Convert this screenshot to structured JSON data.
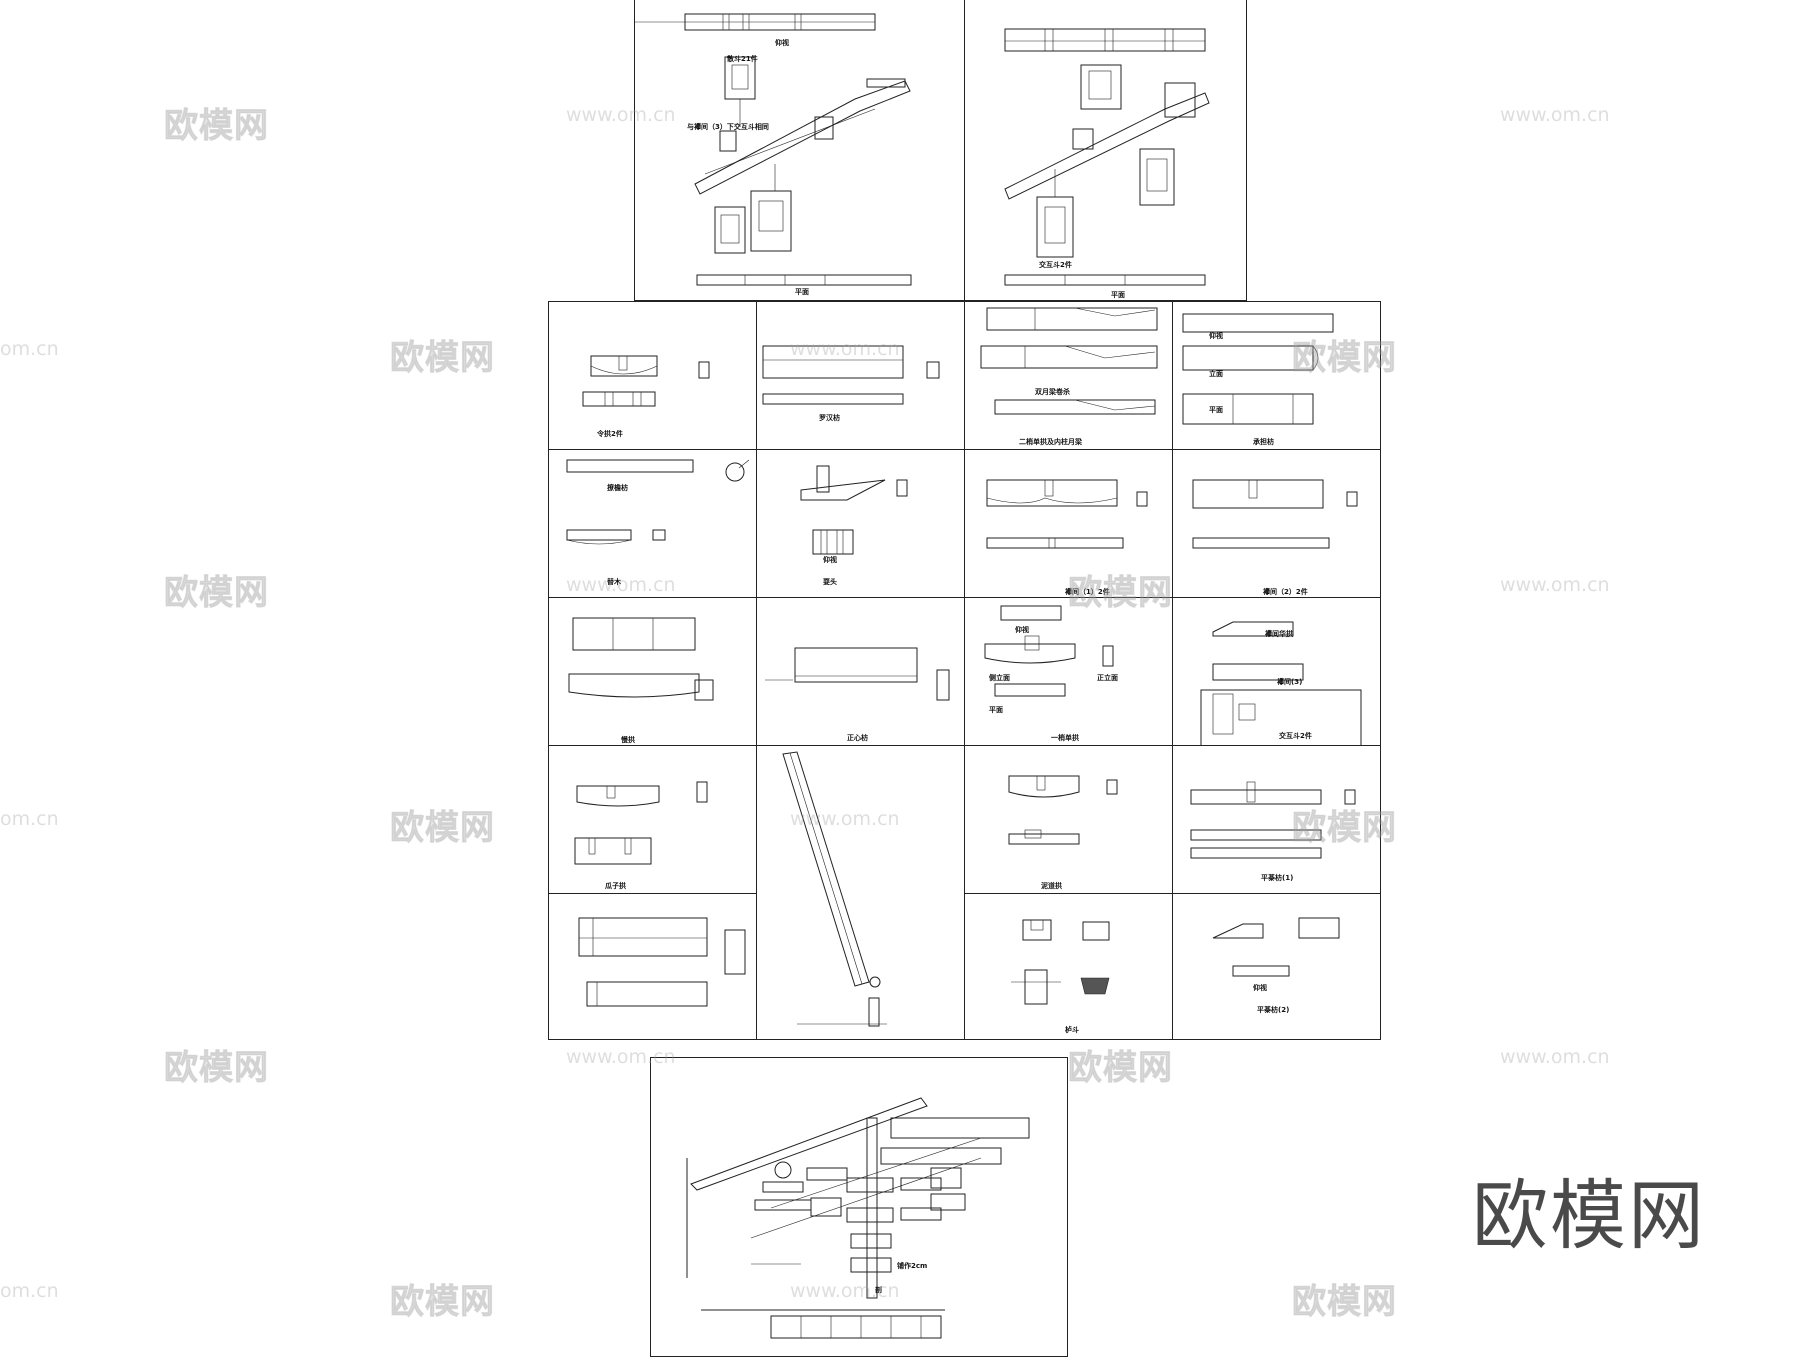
{
  "watermark": {
    "brand": "欧模网",
    "url": "www.om.cn",
    "url_fragment": "om.cn"
  },
  "brand_logo": "欧模网",
  "top_sheets": {
    "left": {
      "label_top": "仰视",
      "label_note1": "散斗21件",
      "label_note2": "与襻间（3）下交互斗相同",
      "label_bottom": "平面"
    },
    "right": {
      "label_top": "",
      "label_note1": "交互斗2件",
      "label_bottom": "平面"
    }
  },
  "grid": {
    "r1": [
      "令拱2件",
      "罗汉枋",
      "二梢单拱及内柱月梁",
      "承担枋"
    ],
    "r1_extra": {
      "c3_sub": "双月梁卷杀",
      "c4_a": "仰视",
      "c4_b": "立面",
      "c4_c": "平面"
    },
    "r2": [
      "撩檐枋",
      "替木",
      "耍头",
      "襻间（1）2件",
      "襻间（2）2件"
    ],
    "r2_extra": {
      "c2_sub": "仰视"
    },
    "r3": [
      "慢拱",
      "正心枋",
      "一梢单拱",
      "交互斗2件"
    ],
    "r3_extra": {
      "c3_a": "仰视",
      "c3_b": "侧立面",
      "c3_c": "正立面",
      "c3_d": "平面",
      "c4_a": "襻间华拱",
      "c4_b": "襻间(3)"
    },
    "r4": [
      "瓜子拱",
      "泥道拱",
      "平棊枋(1)"
    ],
    "r5": [
      "栌斗",
      "平棊枋(2)"
    ],
    "r5_extra": {
      "c4_sub": "仰视"
    }
  },
  "bottom_sheet": {
    "label_a": "铺作2cm",
    "label_b": "剖"
  }
}
